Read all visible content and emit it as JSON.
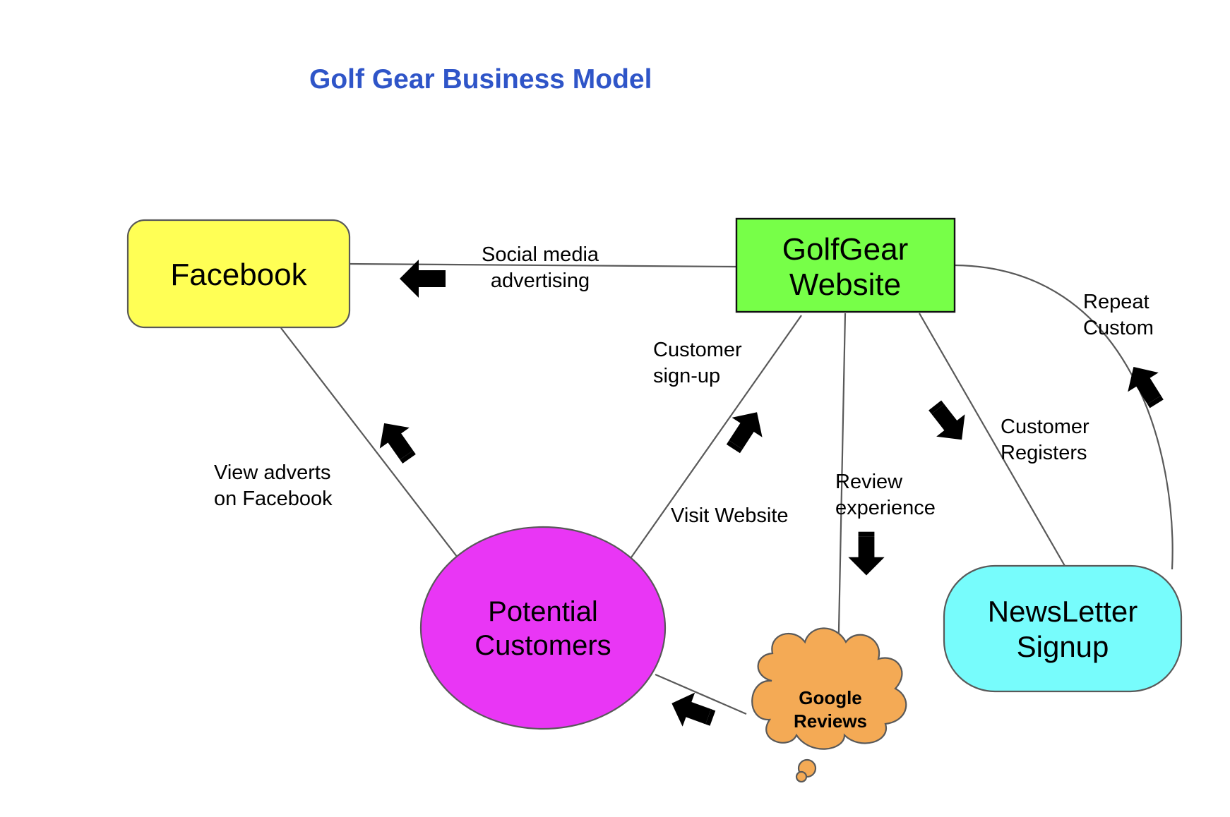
{
  "title": "Golf Gear Business Model",
  "colors": {
    "title": "#2f55c8",
    "facebook": "#ffff55",
    "website": "#77ff48",
    "customers": "#e936f5",
    "newsletter": "#77fcfc",
    "reviews": "#f4aa55",
    "stroke": "#595959"
  },
  "nodes": {
    "facebook": {
      "label": "Facebook"
    },
    "website": {
      "line1": "GolfGear",
      "line2": "Website"
    },
    "customers": {
      "line1": "Potential",
      "line2": "Customers"
    },
    "newsletter": {
      "line1": "NewsLetter",
      "line2": "Signup"
    },
    "reviews": {
      "line1": "Google",
      "line2": "Reviews"
    }
  },
  "edges": {
    "social": {
      "line1": "Social media",
      "line2": "advertising"
    },
    "view_adverts": {
      "line1": "View adverts",
      "line2": "on Facebook"
    },
    "signup": {
      "line1": "Customer",
      "line2": "sign-up"
    },
    "visit": {
      "line1": "Visit Website"
    },
    "review": {
      "line1": "Review",
      "line2": "experience"
    },
    "registers": {
      "line1": "Customer",
      "line2": "Registers"
    },
    "repeat": {
      "line1": "Repeat",
      "line2": "Custom"
    }
  }
}
